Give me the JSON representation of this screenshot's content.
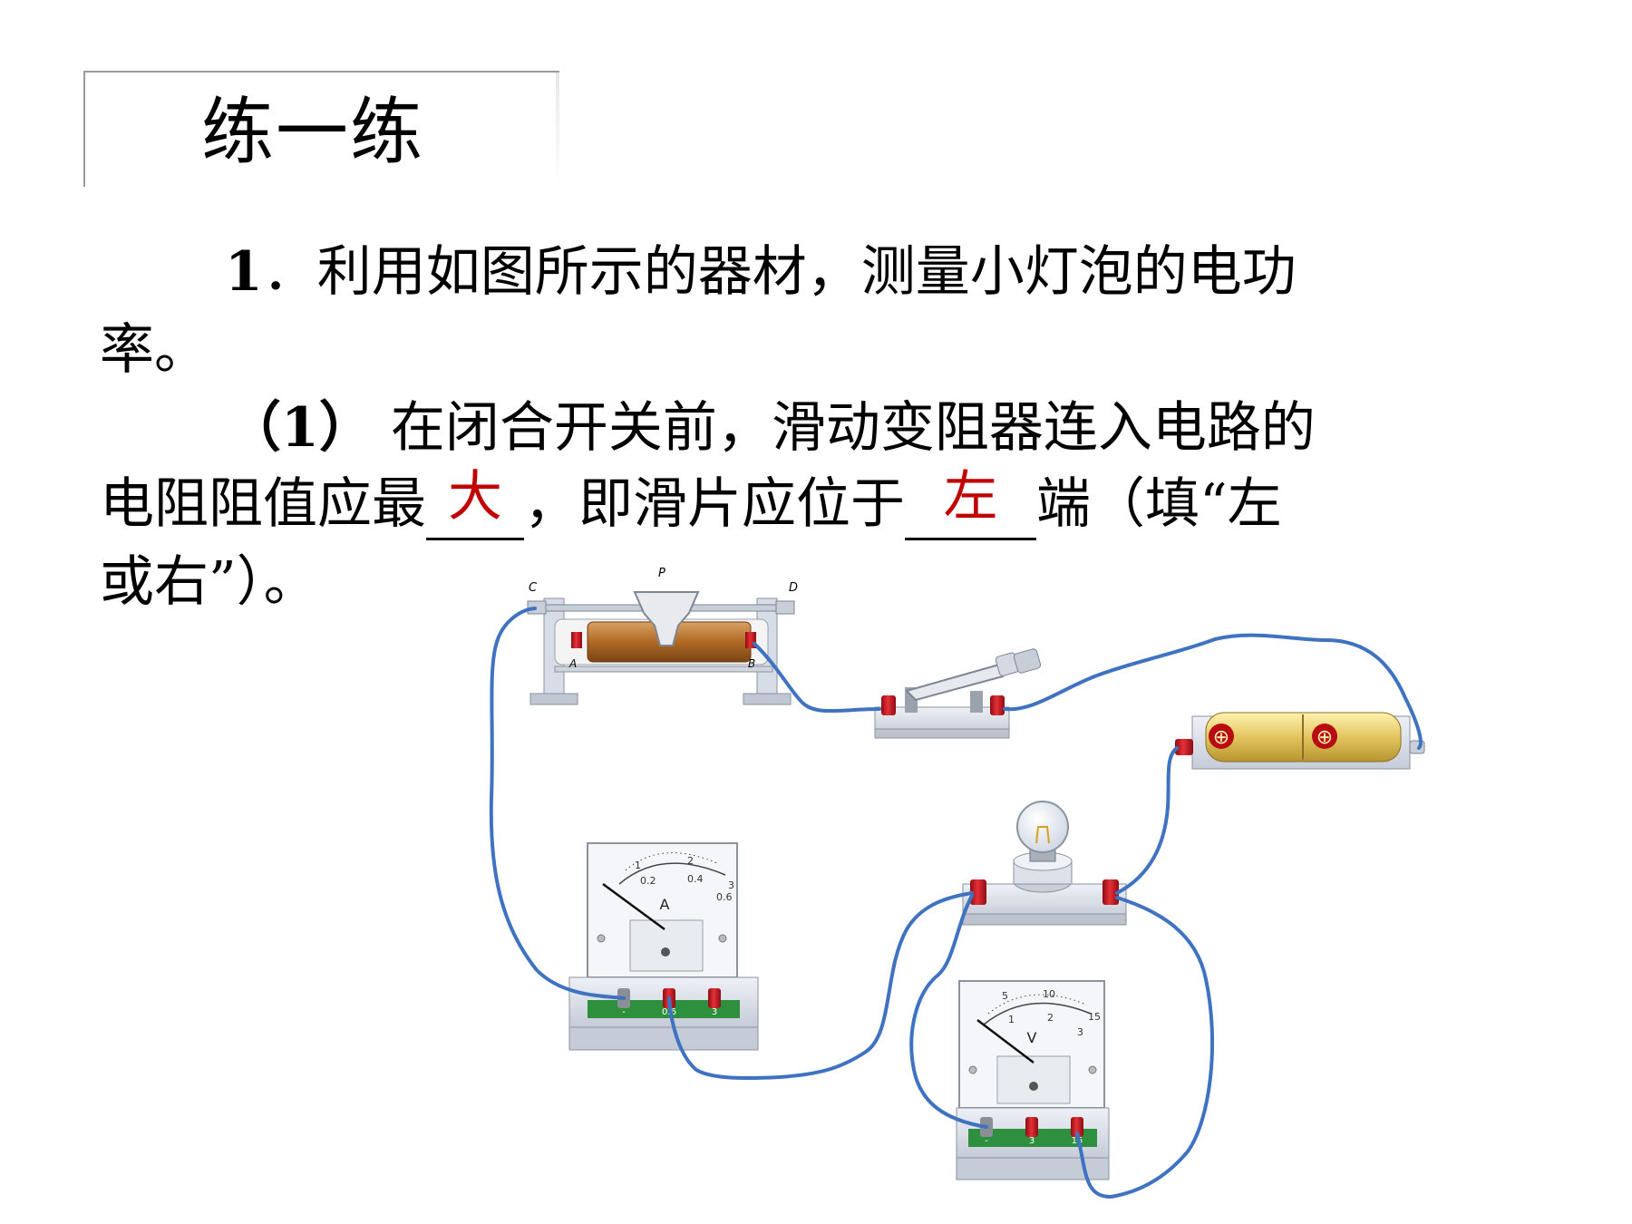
{
  "title": "练一练",
  "question": {
    "number": "1",
    "line1_rest": "．利用如图所示的器材，测量小灯泡的电功",
    "line2": "率。",
    "sub_number": "（1）",
    "sub_line1": " 在闭合开关前，滑动变阻器连入电路的",
    "sub_line2_prefix": "电阻阻值应最",
    "answer1": "大",
    "sub_line2_mid": "，即滑片应位于",
    "answer2": "左",
    "sub_line2_suffix": "端（填“左",
    "sub_line3": "或右”）。"
  },
  "figure": {
    "rheostat_labels": {
      "c": "C",
      "d": "D",
      "p": "P",
      "a": "A",
      "b": "B"
    },
    "ammeter": {
      "unit": "A",
      "scale_outer": [
        "1",
        "2",
        "3"
      ],
      "scale_inner": [
        "0.2",
        "0.4",
        "0.6"
      ],
      "terminals": [
        "-",
        "0.6",
        "3"
      ]
    },
    "voltmeter": {
      "unit": "V",
      "scale_outer": [
        "5",
        "10",
        "15"
      ],
      "scale_inner": [
        "1",
        "2",
        "3"
      ],
      "terminals": [
        "-",
        "3",
        "15"
      ]
    },
    "battery_symbol": "⊕",
    "colors": {
      "wire": "#3f72c0",
      "terminal": "#c0141c",
      "answer": "#c00000",
      "coil": "#b8722a",
      "battery": "#e3c55e",
      "meter_base": "#2e8f3f"
    }
  }
}
